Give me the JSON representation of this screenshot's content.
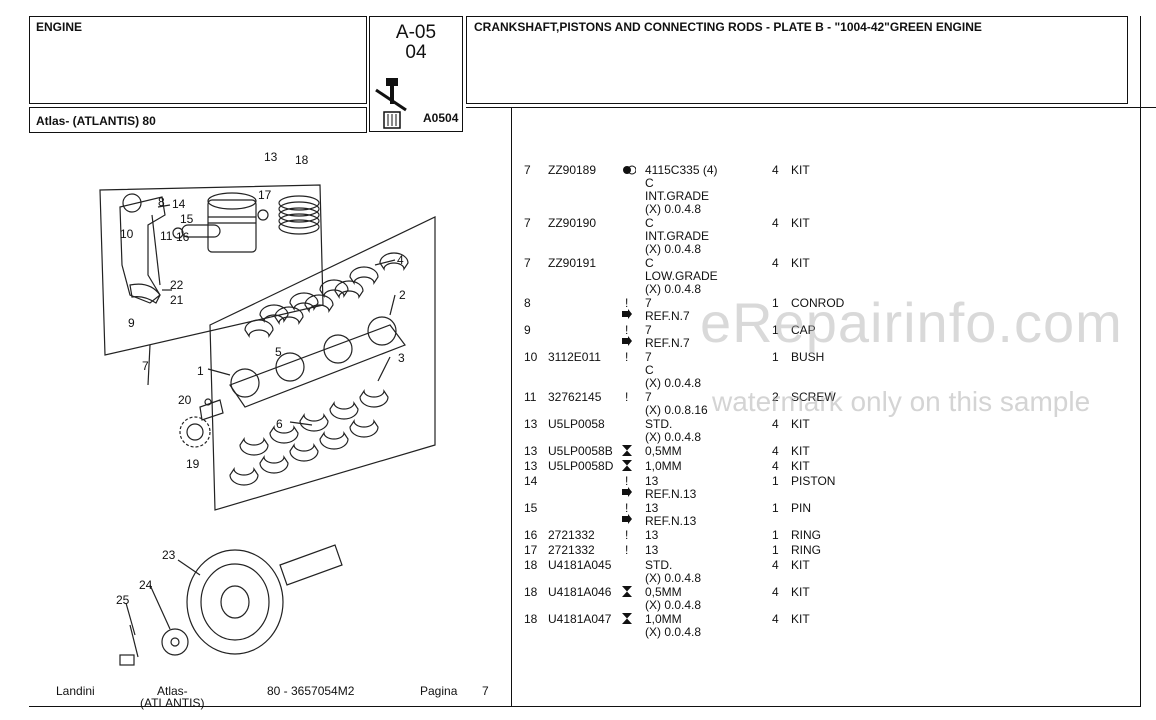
{
  "header": {
    "section": "ENGINE",
    "model": "Atlas- (ATLANTIS) 80",
    "code_line1": "A-05",
    "code_line2": "04",
    "icon_code": "A0504",
    "title": "CRANKSHAFT,PISTONS AND CONNECTING RODS - PLATE B - \"1004-42\"GREEN ENGINE"
  },
  "diagram": {
    "callouts": [
      "13",
      "18",
      "8",
      "14",
      "17",
      "15",
      "10",
      "11",
      "16",
      "4",
      "22",
      "21",
      "2",
      "9",
      "5",
      "3",
      "7",
      "1",
      "20",
      "6",
      "19",
      "23",
      "24",
      "25"
    ]
  },
  "parts": [
    {
      "ref": "7",
      "code": "ZZ90189",
      "sym": "dot",
      "desc": [
        "4115C335  (4)",
        "C",
        "INT.GRADE",
        "(X) 0.0.4.8"
      ],
      "qty": "4",
      "name": "KIT"
    },
    {
      "ref": "7",
      "code": "ZZ90190",
      "sym": "",
      "desc": [
        "C",
        "INT.GRADE",
        "(X) 0.0.4.8"
      ],
      "qty": "4",
      "name": "KIT"
    },
    {
      "ref": "7",
      "code": "ZZ90191",
      "sym": "",
      "desc": [
        "C",
        "LOW.GRADE",
        "(X) 0.0.4.8"
      ],
      "qty": "4",
      "name": "KIT"
    },
    {
      "ref": "8",
      "code": "",
      "sym": "excl",
      "desc": [
        "7",
        "REF.N.7"
      ],
      "qty": "1",
      "name": "CONROD"
    },
    {
      "ref": "9",
      "code": "",
      "sym": "excl",
      "desc": [
        "7",
        "REF.N.7"
      ],
      "qty": "1",
      "name": "CAP"
    },
    {
      "ref": "10",
      "code": "3112E011",
      "sym": "excl",
      "desc": [
        "7",
        "C",
        "(X) 0.0.4.8"
      ],
      "qty": "1",
      "name": "BUSH"
    },
    {
      "ref": "11",
      "code": "32762145",
      "sym": "excl",
      "desc": [
        "7",
        "(X) 0.0.8.16"
      ],
      "qty": "2",
      "name": "SCREW"
    },
    {
      "ref": "13",
      "code": "U5LP0058",
      "sym": "",
      "desc": [
        "STD.",
        "(X) 0.0.4.8"
      ],
      "qty": "4",
      "name": "KIT"
    },
    {
      "ref": "13",
      "code": "U5LP0058B",
      "sym": "hour",
      "desc": [
        "0,5MM"
      ],
      "qty": "4",
      "name": "KIT"
    },
    {
      "ref": "13",
      "code": "U5LP0058D",
      "sym": "hour",
      "desc": [
        "1,0MM"
      ],
      "qty": "4",
      "name": "KIT"
    },
    {
      "ref": "14",
      "code": "",
      "sym": "excl",
      "desc": [
        "13",
        "REF.N.13"
      ],
      "qty": "1",
      "name": "PISTON"
    },
    {
      "ref": "15",
      "code": "",
      "sym": "excl",
      "desc": [
        "13",
        "REF.N.13"
      ],
      "qty": "1",
      "name": "PIN"
    },
    {
      "ref": "16",
      "code": "2721332",
      "sym": "excl",
      "desc": [
        "13"
      ],
      "qty": "1",
      "name": "RING"
    },
    {
      "ref": "17",
      "code": "2721332",
      "sym": "excl",
      "desc": [
        "13"
      ],
      "qty": "1",
      "name": "RING"
    },
    {
      "ref": "18",
      "code": "U4181A045",
      "sym": "",
      "desc": [
        "STD.",
        "(X) 0.0.4.8"
      ],
      "qty": "4",
      "name": "KIT"
    },
    {
      "ref": "18",
      "code": "U4181A046",
      "sym": "hour",
      "desc": [
        "0,5MM",
        "(X) 0.0.4.8"
      ],
      "qty": "4",
      "name": "KIT"
    },
    {
      "ref": "18",
      "code": "U4181A047",
      "sym": "hour",
      "desc": [
        "1,0MM",
        "(X) 0.0.4.8"
      ],
      "qty": "4",
      "name": "KIT"
    }
  ],
  "footer": {
    "brand": "Landini",
    "model": "Atlas-",
    "model2": "(ATLANTIS)",
    "catalog": "80 - 3657054M2",
    "page_label": "Pagina",
    "page_num": "7"
  },
  "watermark": {
    "main": "eRepairinfo.com",
    "sub": "watermark only on this sample"
  }
}
